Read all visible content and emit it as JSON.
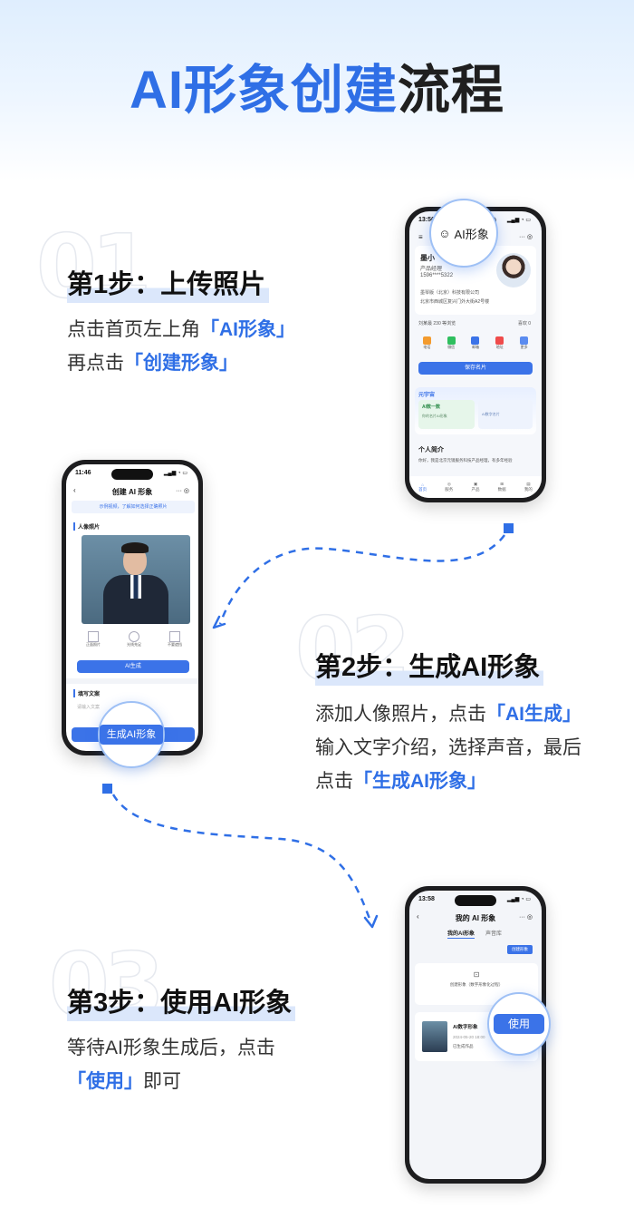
{
  "title": {
    "part_blue": "AI形象创建",
    "part_dark": "流程"
  },
  "steps": [
    {
      "num": "01",
      "title": "第1步：上传照片",
      "line1_prefix": "点击首页左上角",
      "line1_hl": "「AI形象」",
      "line2_prefix": "再点击",
      "line2_hl": "「创建形象」"
    },
    {
      "num": "02",
      "title": "第2步：生成AI形象",
      "line1_prefix": "添加人像照片，点击",
      "line1_hl": "「AI生成」",
      "line2": "输入文字介绍，选择声音，最后",
      "line3_prefix": "点击",
      "line3_hl": "「生成AI形象」"
    },
    {
      "num": "03",
      "title": "第3步：使用AI形象",
      "line1": "等待AI形象生成后，点击",
      "line2_hl": "「使用」",
      "line2_suffix": "即可"
    }
  ],
  "phone1": {
    "time": "13:56",
    "mag_label": "AI形象",
    "name": "墨小",
    "role": "产品经理",
    "phone": "1596****5322",
    "company": "墨琴版（北京）科技有限公司",
    "address": "北京市西城区复兴门外大街A2号楼",
    "visitors": "刘某最 230 等浏览",
    "likes": "喜欢 0",
    "actions": [
      "电话",
      "微信",
      "邮箱",
      "地址",
      "更多"
    ],
    "save_btn": "保存名片",
    "meta_label": "元宇宙",
    "card1_title": "AI数一数",
    "card1_sub": "你的名片AI形象",
    "card2_sub": "AI数字名片",
    "intro_title": "个人简介",
    "intro_text": "你好，我是北京元镜服务科技产品经理，有多年经验",
    "tabs": [
      "首页",
      "服务",
      "产品",
      "数据",
      "我的"
    ]
  },
  "phone2": {
    "time": "11:46",
    "nav_title": "创建 AI 形象",
    "tip": "示例视频，了解如何选择正确照片",
    "section1": "人像照片",
    "opts": [
      "正面照片",
      "光线充足",
      "不要遮挡"
    ],
    "ai_btn": "AI生成",
    "section2": "填写文案",
    "placeholder": "请输入文案",
    "mag_label": "生成AI形象"
  },
  "phone3": {
    "time": "13:58",
    "nav_title": "我的 AI 形象",
    "tab1": "我的AI形象",
    "tab2": "声音库",
    "create_btn": "创建形象",
    "empty_text": "创建形象（数字形象化过程）",
    "item_title": "AI数字形象",
    "item_date": "2024-05-20 18:00",
    "item_status": "已生成作品",
    "mag_label": "使用"
  }
}
